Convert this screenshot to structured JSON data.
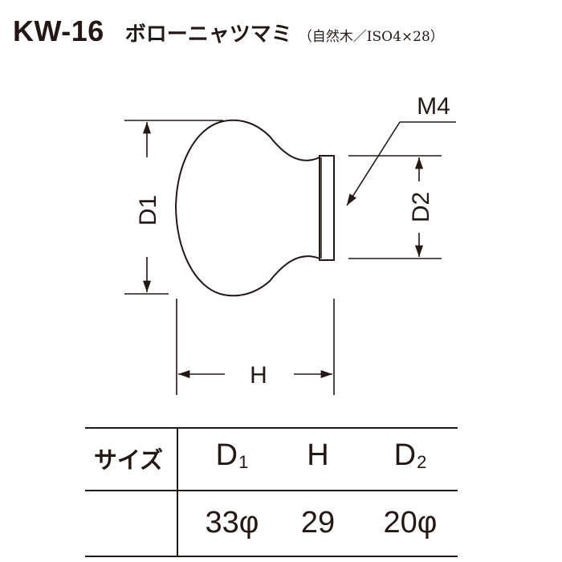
{
  "header": {
    "model": "KW-16",
    "name": "ボローニャツマミ",
    "spec": "（自然木／ISO4×28）"
  },
  "drawing": {
    "dim_d1": "D1",
    "dim_d2": "D2",
    "dim_h": "H",
    "thread": "M4"
  },
  "table": {
    "header_label": "サイズ",
    "columns": [
      {
        "main": "D",
        "sub": "1"
      },
      {
        "main": "H",
        "sub": ""
      },
      {
        "main": "D",
        "sub": "2"
      }
    ],
    "values": [
      "33φ",
      "29",
      "20φ"
    ]
  },
  "colors": {
    "ink": "#231815",
    "background": "#ffffff"
  }
}
